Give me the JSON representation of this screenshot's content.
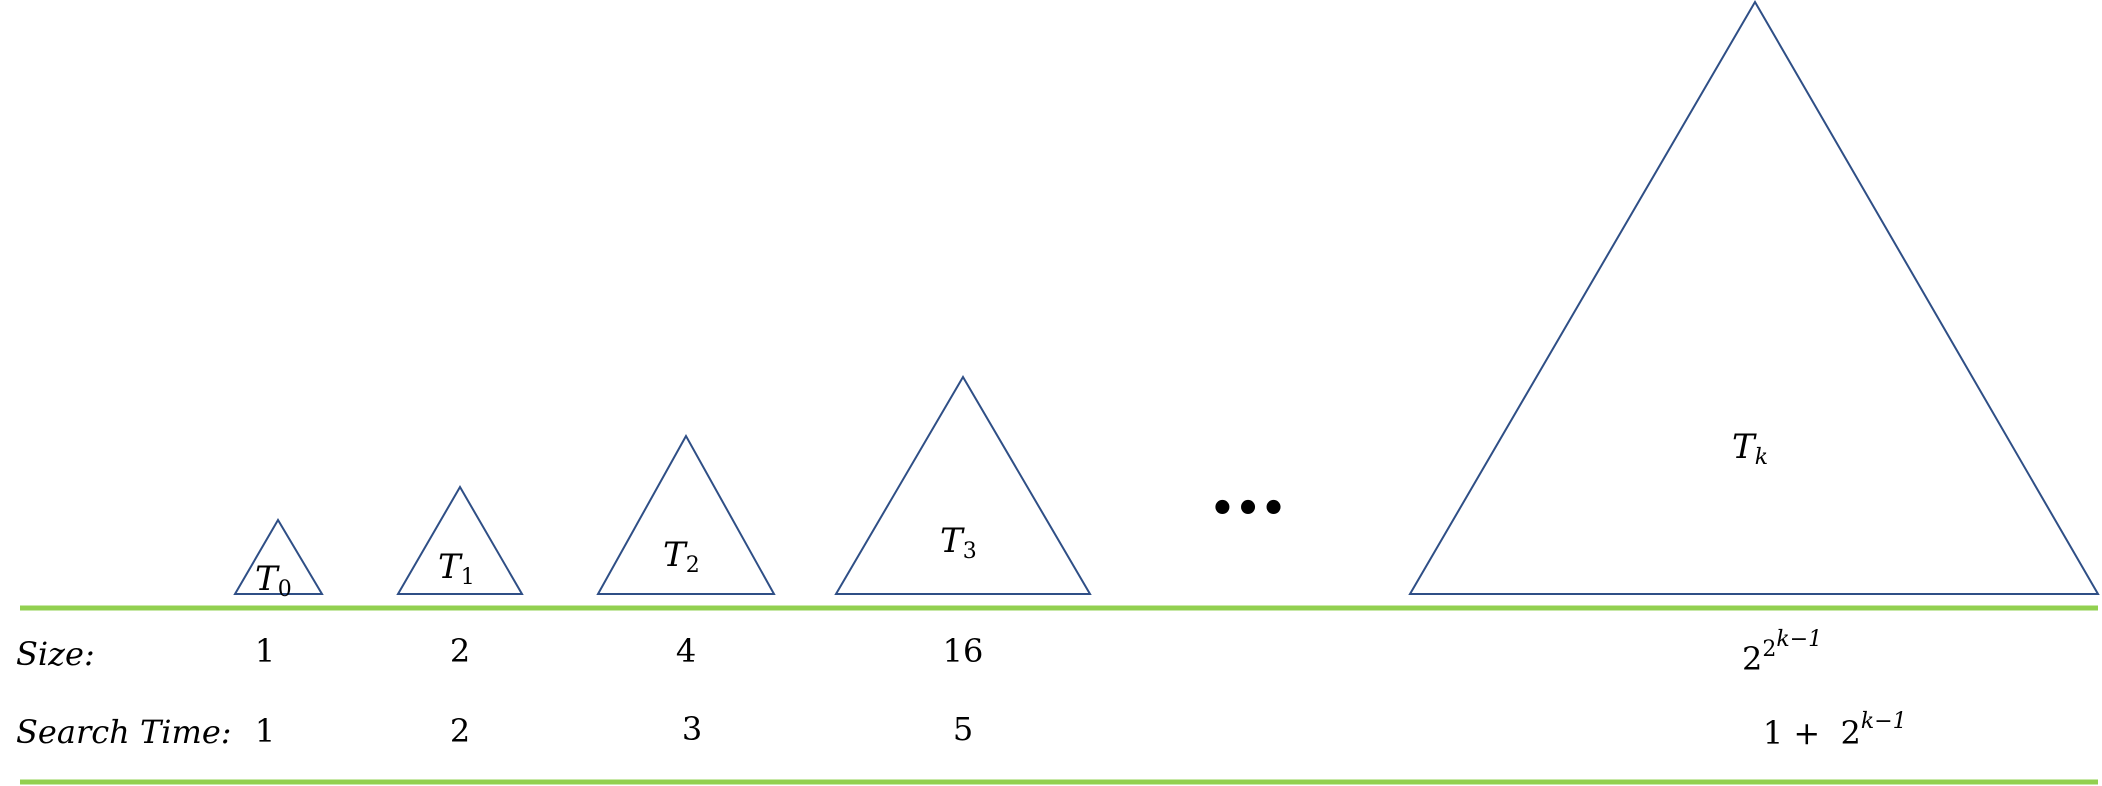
{
  "trees": [
    {
      "letter": "T",
      "sub": "0"
    },
    {
      "letter": "T",
      "sub": "1"
    },
    {
      "letter": "T",
      "sub": "2"
    },
    {
      "letter": "T",
      "sub": "3"
    },
    {
      "letter": "T",
      "sub": "k"
    }
  ],
  "ellipsis": "•••",
  "size_row": {
    "label": "Size:",
    "values": [
      "1",
      "2",
      "4",
      "16"
    ],
    "last": {
      "base": "2",
      "exp_base": "2",
      "exp_exp": "k−1"
    }
  },
  "search_row": {
    "label": "Search Time:",
    "values": [
      "1",
      "2",
      "3",
      "5"
    ],
    "last": {
      "prefix": "1 +  2",
      "exp": "k−1"
    }
  },
  "colors": {
    "triangle_stroke": "#2f4f86",
    "rule": "#92d050"
  }
}
